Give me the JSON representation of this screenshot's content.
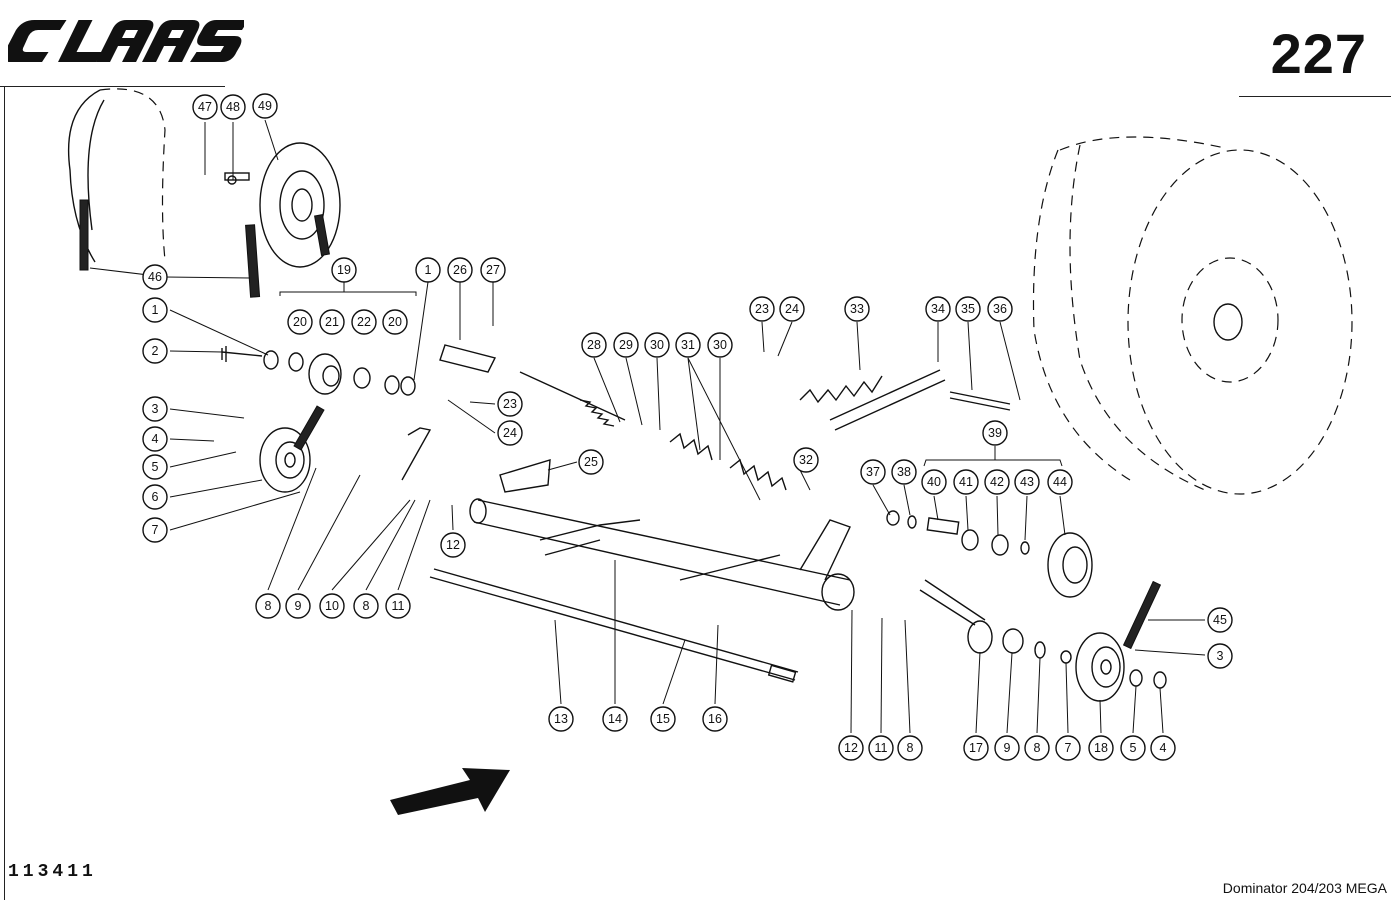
{
  "header": {
    "brand": "CLAAS",
    "page_number": "227"
  },
  "footer": {
    "document_number": "113411",
    "model": "Dominator 204/203 MEGA"
  },
  "callouts": [
    {
      "label": "47"
    },
    {
      "label": "48"
    },
    {
      "label": "49"
    },
    {
      "label": "46"
    },
    {
      "label": "19"
    },
    {
      "label": "1"
    },
    {
      "label": "2"
    },
    {
      "label": "20"
    },
    {
      "label": "21"
    },
    {
      "label": "22"
    },
    {
      "label": "20"
    },
    {
      "label": "1"
    },
    {
      "label": "26"
    },
    {
      "label": "27"
    },
    {
      "label": "3"
    },
    {
      "label": "4"
    },
    {
      "label": "5"
    },
    {
      "label": "6"
    },
    {
      "label": "7"
    },
    {
      "label": "23"
    },
    {
      "label": "24"
    },
    {
      "label": "28"
    },
    {
      "label": "29"
    },
    {
      "label": "30"
    },
    {
      "label": "31"
    },
    {
      "label": "30"
    },
    {
      "label": "23"
    },
    {
      "label": "24"
    },
    {
      "label": "33"
    },
    {
      "label": "34"
    },
    {
      "label": "35"
    },
    {
      "label": "36"
    },
    {
      "label": "32"
    },
    {
      "label": "25"
    },
    {
      "label": "12"
    },
    {
      "label": "8"
    },
    {
      "label": "9"
    },
    {
      "label": "10"
    },
    {
      "label": "8"
    },
    {
      "label": "11"
    },
    {
      "label": "39"
    },
    {
      "label": "37"
    },
    {
      "label": "38"
    },
    {
      "label": "40"
    },
    {
      "label": "41"
    },
    {
      "label": "42"
    },
    {
      "label": "43"
    },
    {
      "label": "44"
    },
    {
      "label": "45"
    },
    {
      "label": "3"
    },
    {
      "label": "13"
    },
    {
      "label": "14"
    },
    {
      "label": "15"
    },
    {
      "label": "16"
    },
    {
      "label": "12"
    },
    {
      "label": "11"
    },
    {
      "label": "8"
    },
    {
      "label": "17"
    },
    {
      "label": "9"
    },
    {
      "label": "8"
    },
    {
      "label": "7"
    },
    {
      "label": "18"
    },
    {
      "label": "5"
    },
    {
      "label": "4"
    }
  ]
}
